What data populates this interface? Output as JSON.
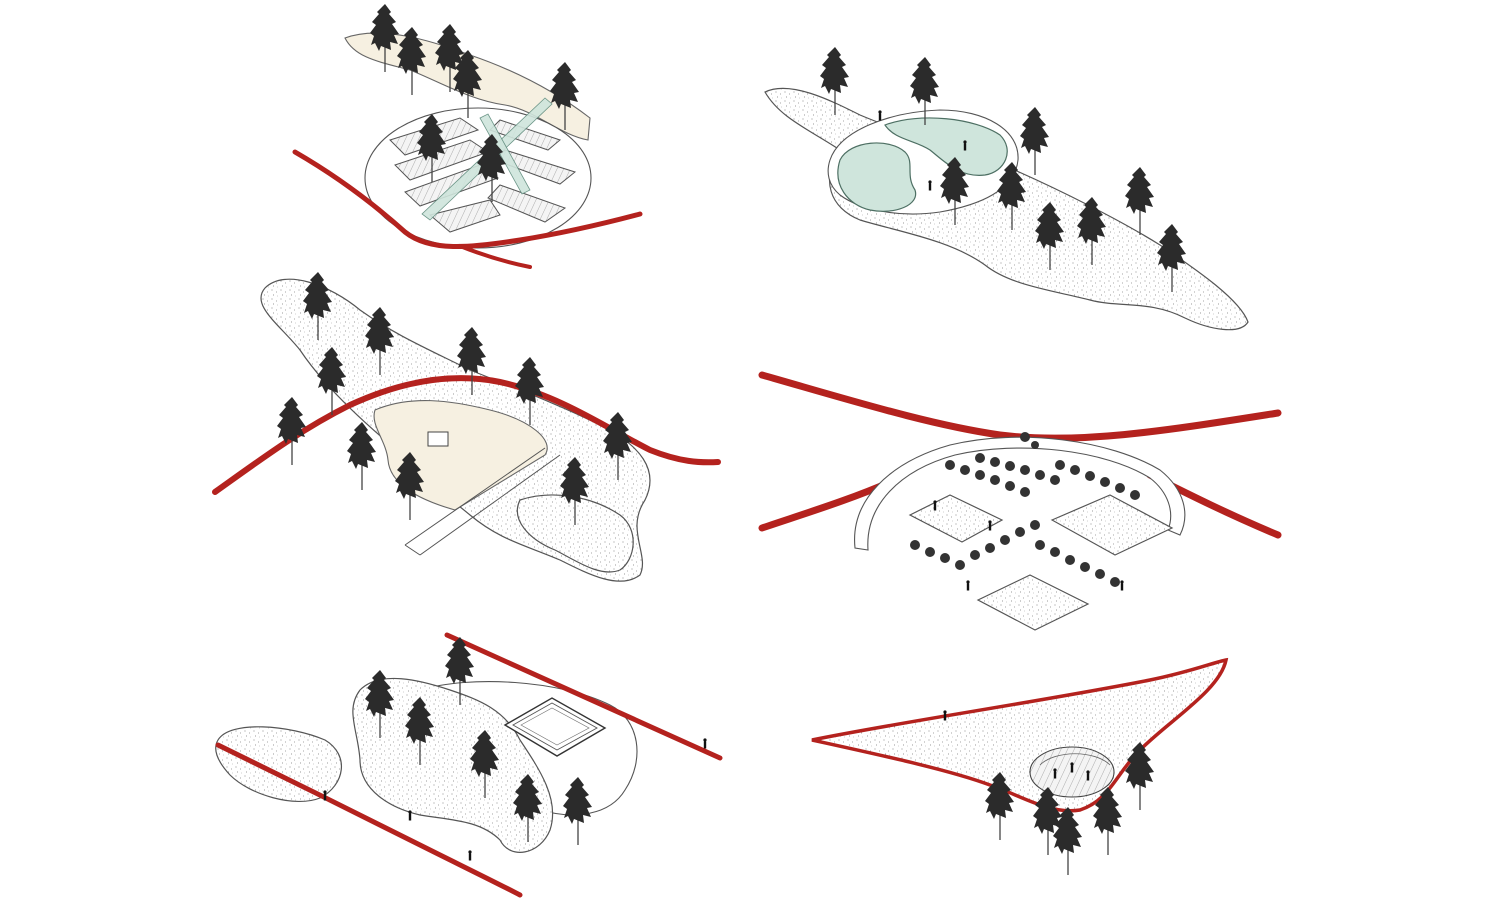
{
  "colors": {
    "path_red": "#b4221e",
    "water_teal": "#cfe5dc",
    "plaza_beige": "#f6f0e1",
    "tree_dark": "#2b2b2b"
  },
  "panels": [
    {
      "id": "circular-terraced-garden",
      "elements": [
        "tree-icon",
        "red-path",
        "teal-walkway",
        "terraced-beds"
      ]
    },
    {
      "id": "pond-park-strip",
      "elements": [
        "tree-icon",
        "pond",
        "stippled-ground"
      ]
    },
    {
      "id": "wooded-hill-plaza",
      "elements": [
        "tree-icon",
        "red-path",
        "beige-plaza",
        "stippled-ground"
      ]
    },
    {
      "id": "arc-garden-orchard",
      "elements": [
        "tree-icon",
        "red-path",
        "stippled-squares",
        "curved-wall"
      ]
    },
    {
      "id": "square-pavilion-park",
      "elements": [
        "tree-icon",
        "red-path",
        "square-pavilion",
        "stippled-ground"
      ]
    },
    {
      "id": "triangular-plaza-amphitheater",
      "elements": [
        "tree-icon",
        "red-path",
        "amphitheater"
      ]
    }
  ]
}
